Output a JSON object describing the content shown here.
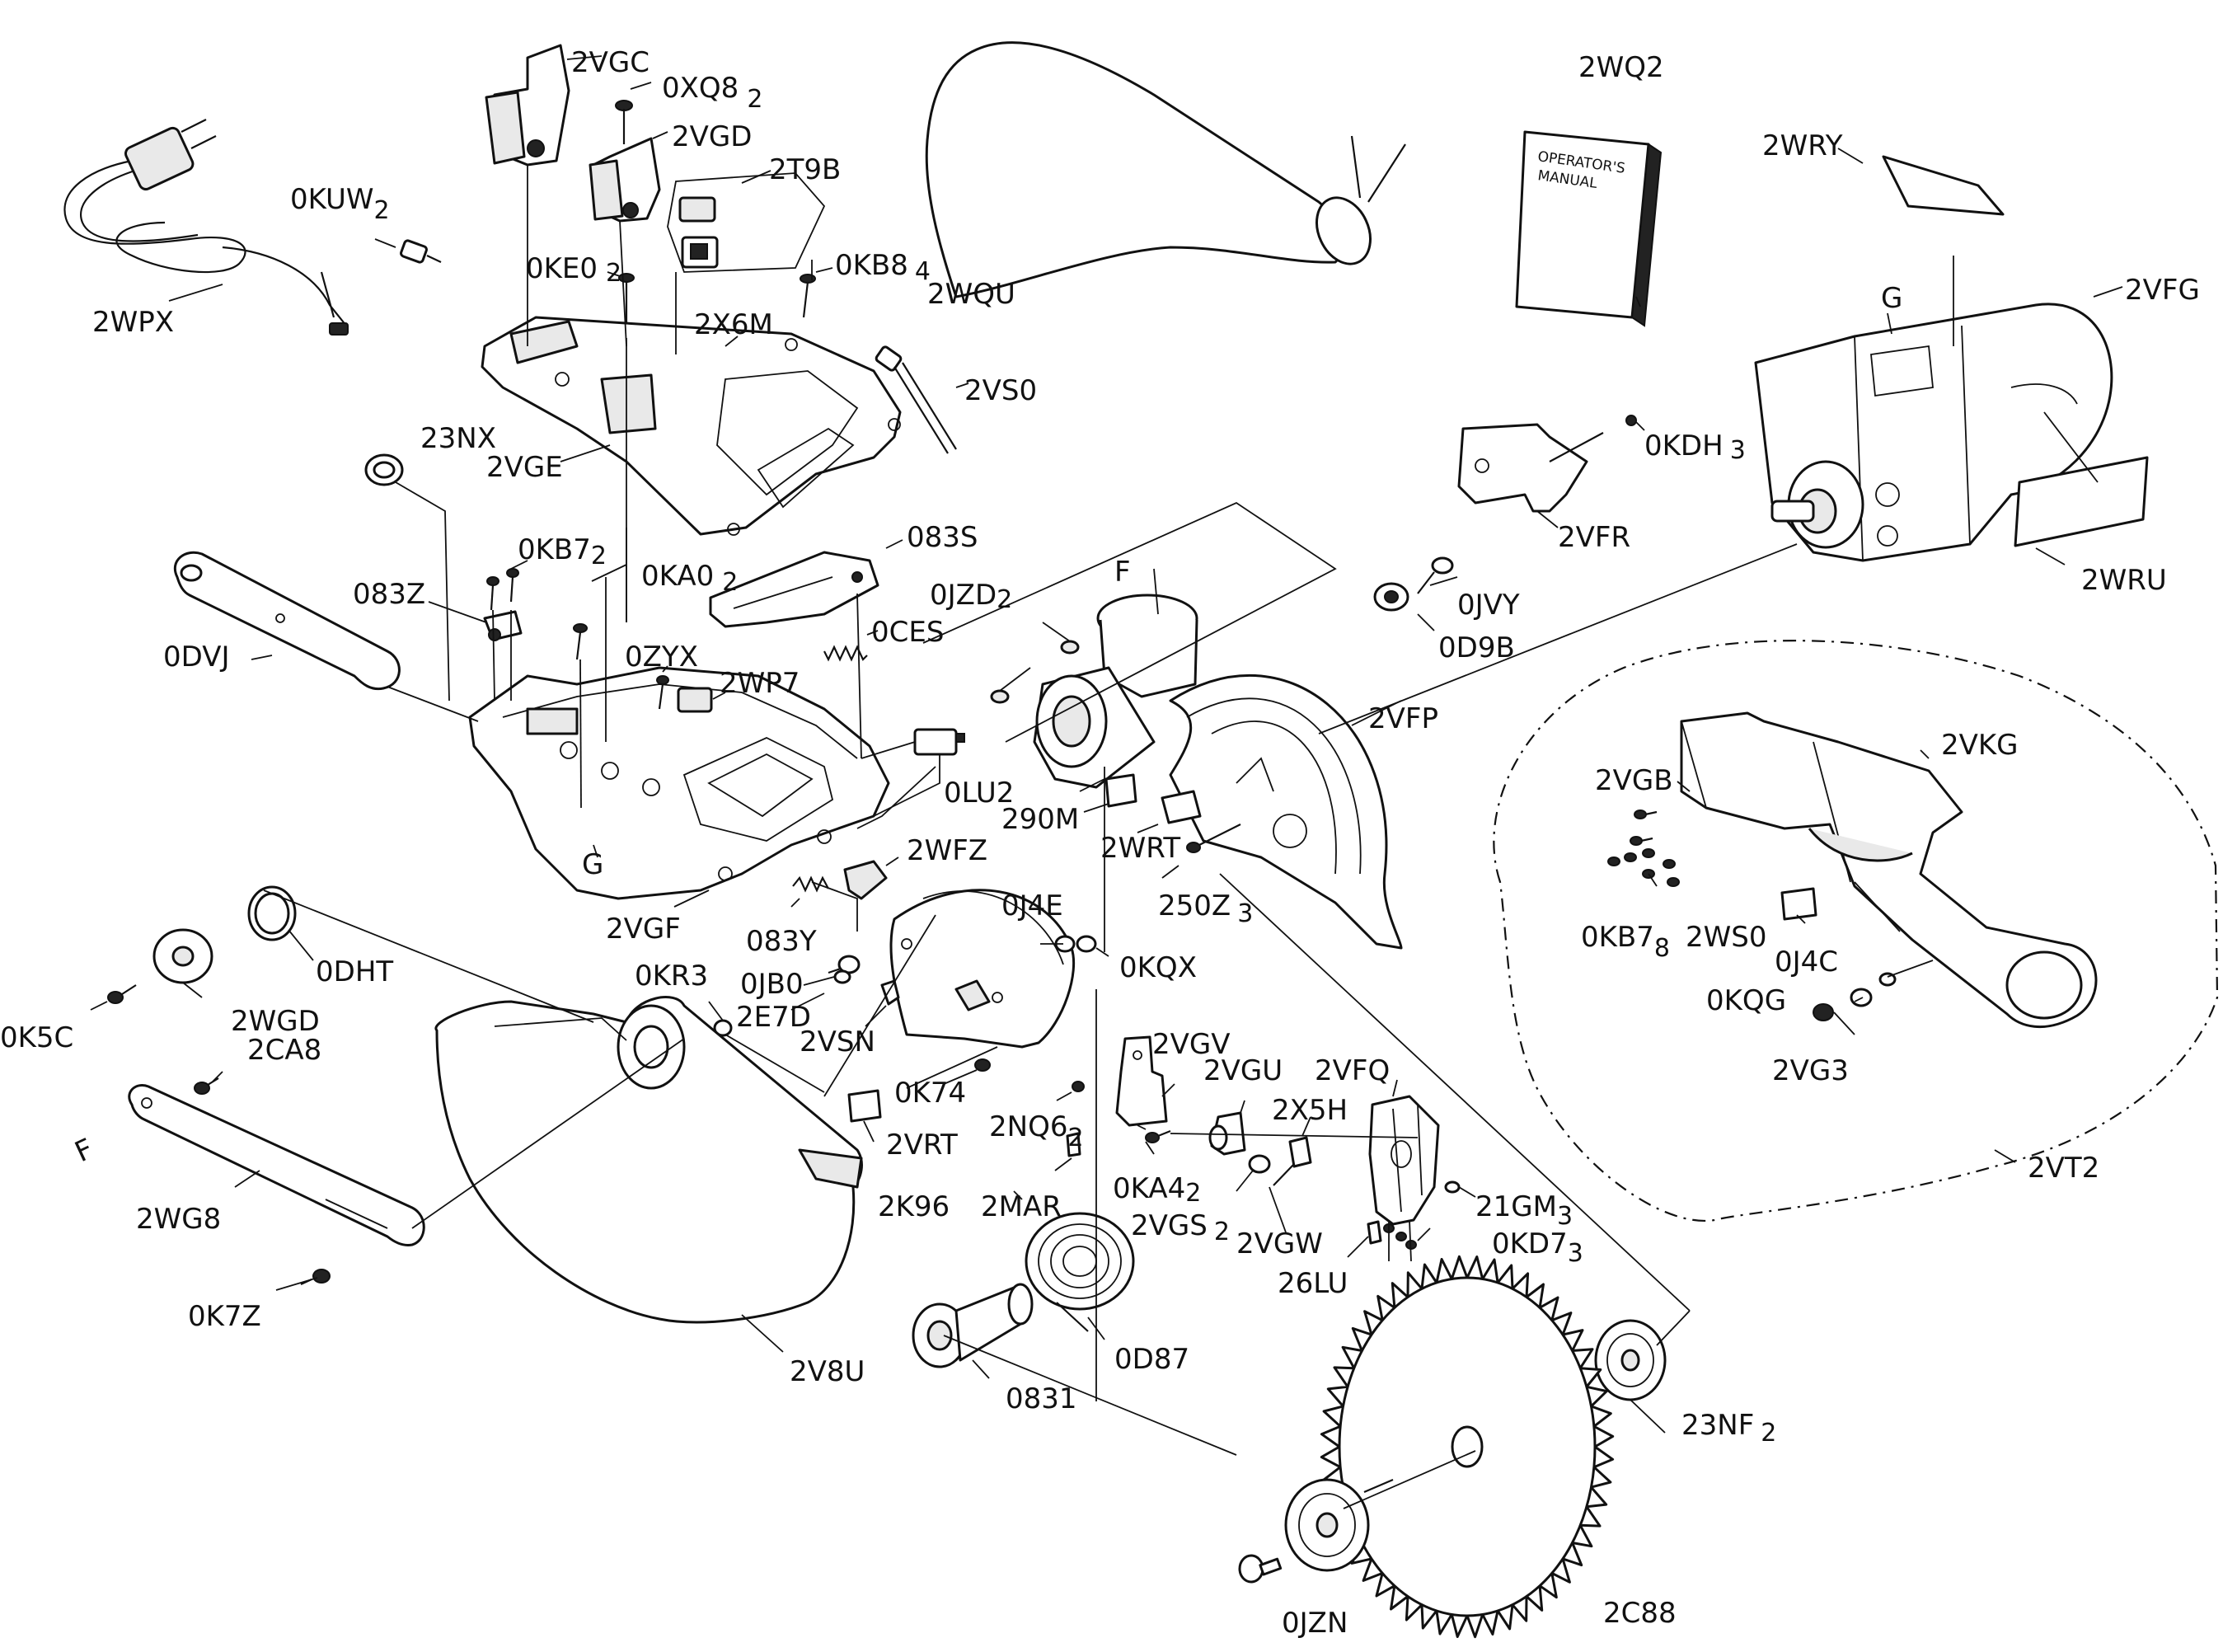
{
  "diagram": {
    "parts": [
      {
        "id": "p2VGC",
        "code": "2VGC",
        "qty": ""
      },
      {
        "id": "p0XQ8",
        "code": "0XQ8",
        "qty": "2"
      },
      {
        "id": "p2VGD",
        "code": "2VGD",
        "qty": ""
      },
      {
        "id": "p2T9B",
        "code": "2T9B",
        "qty": ""
      },
      {
        "id": "p0KUW",
        "code": "0KUW",
        "qty": "2"
      },
      {
        "id": "p0KE0",
        "code": "0KE0",
        "qty": "2"
      },
      {
        "id": "p0KB8",
        "code": "0KB8",
        "qty": "4"
      },
      {
        "id": "p2WQU",
        "code": "2WQU",
        "qty": ""
      },
      {
        "id": "p2WQ2",
        "code": "2WQ2",
        "qty": ""
      },
      {
        "id": "p2WRY",
        "code": "2WRY",
        "qty": ""
      },
      {
        "id": "p2VFG",
        "code": "2VFG",
        "qty": ""
      },
      {
        "id": "p2WPX",
        "code": "2WPX",
        "qty": ""
      },
      {
        "id": "p2X6M",
        "code": "2X6M",
        "qty": ""
      },
      {
        "id": "p2VS0",
        "code": "2VS0",
        "qty": ""
      },
      {
        "id": "p23NX",
        "code": "23NX",
        "qty": ""
      },
      {
        "id": "p2VGE",
        "code": "2VGE",
        "qty": ""
      },
      {
        "id": "p0KDH",
        "code": "0KDH",
        "qty": "3"
      },
      {
        "id": "p2VFR",
        "code": "2VFR",
        "qty": ""
      },
      {
        "id": "p0KB7a",
        "code": "0KB7",
        "qty": "2"
      },
      {
        "id": "p083S",
        "code": "083S",
        "qty": ""
      },
      {
        "id": "p083Z",
        "code": "083Z",
        "qty": ""
      },
      {
        "id": "p0KA0",
        "code": "0KA0",
        "qty": "2"
      },
      {
        "id": "p0JZD",
        "code": "0JZD",
        "qty": "2"
      },
      {
        "id": "p0JVY",
        "code": "0JVY",
        "qty": ""
      },
      {
        "id": "p2WRU",
        "code": "2WRU",
        "qty": ""
      },
      {
        "id": "p0DVJ",
        "code": "0DVJ",
        "qty": ""
      },
      {
        "id": "p0CES",
        "code": "0CES",
        "qty": ""
      },
      {
        "id": "p0ZYX",
        "code": "0ZYX",
        "qty": ""
      },
      {
        "id": "p0D9B",
        "code": "0D9B",
        "qty": ""
      },
      {
        "id": "p2WP7",
        "code": "2WP7",
        "qty": ""
      },
      {
        "id": "p2VFP",
        "code": "2VFP",
        "qty": ""
      },
      {
        "id": "p2VKG",
        "code": "2VKG",
        "qty": ""
      },
      {
        "id": "p2VGB",
        "code": "2VGB",
        "qty": ""
      },
      {
        "id": "p0LU2",
        "code": "0LU2",
        "qty": ""
      },
      {
        "id": "p290M",
        "code": "290M",
        "qty": ""
      },
      {
        "id": "p2WRT",
        "code": "2WRT",
        "qty": ""
      },
      {
        "id": "p2WFZ",
        "code": "2WFZ",
        "qty": ""
      },
      {
        "id": "p250Z",
        "code": "250Z",
        "qty": "3"
      },
      {
        "id": "p2VGF",
        "code": "2VGF",
        "qty": ""
      },
      {
        "id": "p0J4E",
        "code": "0J4E",
        "qty": ""
      },
      {
        "id": "p0KB7b",
        "code": "0KB7",
        "qty": "8"
      },
      {
        "id": "p2WS0",
        "code": "2WS0",
        "qty": ""
      },
      {
        "id": "p083Y",
        "code": "083Y",
        "qty": ""
      },
      {
        "id": "p0KQX",
        "code": "0KQX",
        "qty": ""
      },
      {
        "id": "p0J4C",
        "code": "0J4C",
        "qty": ""
      },
      {
        "id": "p0DHT",
        "code": "0DHT",
        "qty": ""
      },
      {
        "id": "p0KR3",
        "code": "0KR3",
        "qty": ""
      },
      {
        "id": "p0JB0",
        "code": "0JB0",
        "qty": ""
      },
      {
        "id": "p0KQG",
        "code": "0KQG",
        "qty": ""
      },
      {
        "id": "p0K5C",
        "code": "0K5C",
        "qty": ""
      },
      {
        "id": "p2WGD",
        "code": "2WGD",
        "qty": ""
      },
      {
        "id": "p2E7D",
        "code": "2E7D",
        "qty": ""
      },
      {
        "id": "p2VGV",
        "code": "2VGV",
        "qty": ""
      },
      {
        "id": "p2VGU",
        "code": "2VGU",
        "qty": ""
      },
      {
        "id": "p2VFQ",
        "code": "2VFQ",
        "qty": ""
      },
      {
        "id": "p2CA8",
        "code": "2CA8",
        "qty": ""
      },
      {
        "id": "p2VSN",
        "code": "2VSN",
        "qty": ""
      },
      {
        "id": "p2VG3",
        "code": "2VG3",
        "qty": ""
      },
      {
        "id": "p2X5H",
        "code": "2X5H",
        "qty": ""
      },
      {
        "id": "p0K74",
        "code": "0K74",
        "qty": ""
      },
      {
        "id": "p2NQ6",
        "code": "2NQ6",
        "qty": "2"
      },
      {
        "id": "p2VRT",
        "code": "2VRT",
        "qty": ""
      },
      {
        "id": "p2VT2",
        "code": "2VT2",
        "qty": ""
      },
      {
        "id": "p2WG8",
        "code": "2WG8",
        "qty": ""
      },
      {
        "id": "p0KA4",
        "code": "0KA4",
        "qty": "2"
      },
      {
        "id": "p21GM",
        "code": "21GM",
        "qty": "3"
      },
      {
        "id": "p2MAR",
        "code": "2MAR",
        "qty": ""
      },
      {
        "id": "p2K96",
        "code": "2K96",
        "qty": ""
      },
      {
        "id": "p2VGS",
        "code": "2VGS",
        "qty": "2"
      },
      {
        "id": "p2VGW",
        "code": "2VGW",
        "qty": ""
      },
      {
        "id": "p0KD7",
        "code": "0KD7",
        "qty": "3"
      },
      {
        "id": "p26LU",
        "code": "26LU",
        "qty": ""
      },
      {
        "id": "p0K7Z",
        "code": "0K7Z",
        "qty": ""
      },
      {
        "id": "p2V8U",
        "code": "2V8U",
        "qty": ""
      },
      {
        "id": "p0D87",
        "code": "0D87",
        "qty": ""
      },
      {
        "id": "p0831",
        "code": "0831",
        "qty": ""
      },
      {
        "id": "p23NF",
        "code": "23NF",
        "qty": "2"
      },
      {
        "id": "p2C88",
        "code": "2C88",
        "qty": ""
      },
      {
        "id": "p0JZN",
        "code": "0JZN",
        "qty": ""
      }
    ],
    "markers": {
      "g_top": "G",
      "g_bottom": "G",
      "f_top": "F",
      "f_left": "F"
    },
    "manual_cover": [
      "OPERATOR'S",
      "MANUAL"
    ]
  }
}
